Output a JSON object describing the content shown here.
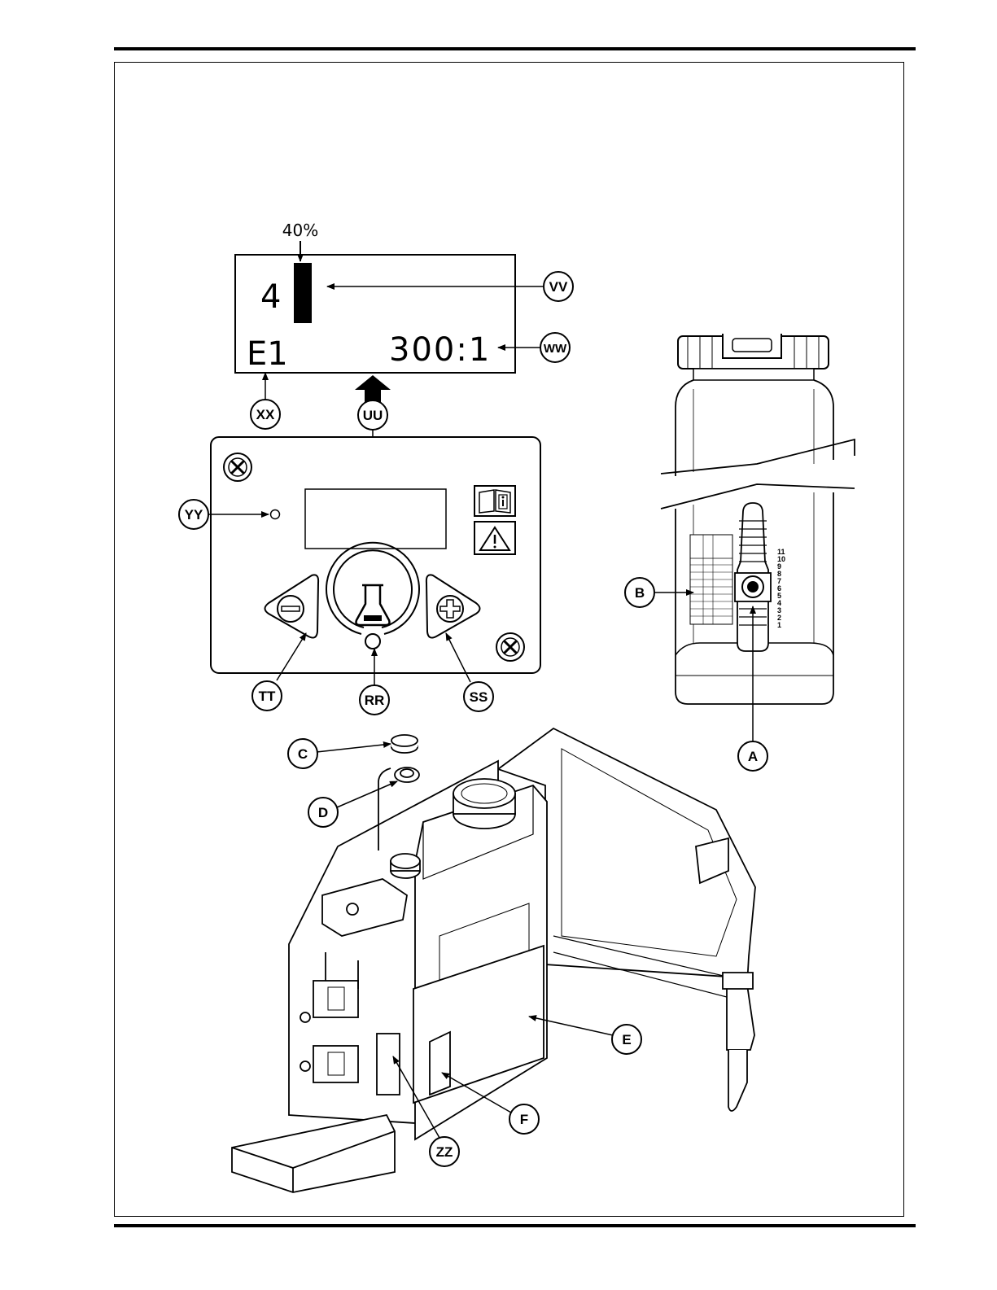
{
  "display_detail": {
    "percent_label": "40%",
    "level_number": "4",
    "error_code": "E1",
    "ratio": "300:1"
  },
  "callouts": {
    "vv": "VV",
    "ww": "WW",
    "xx": "XX",
    "uu": "UU",
    "yy": "YY",
    "tt": "TT",
    "rr": "RR",
    "ss": "SS",
    "a": "A",
    "b": "B",
    "c": "C",
    "d": "D",
    "e": "E",
    "f": "F",
    "zz": "ZZ"
  },
  "metering_scale": [
    "11",
    "10",
    "9",
    "8",
    "7",
    "6",
    "5",
    "4",
    "3",
    "2",
    "1"
  ]
}
